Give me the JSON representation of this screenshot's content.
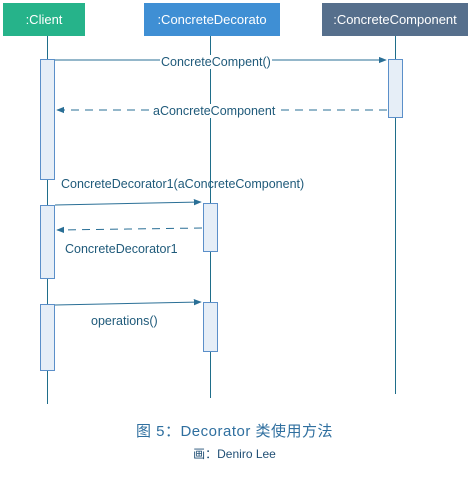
{
  "participants": {
    "client": {
      "label": ":Client",
      "color": "#26b38a"
    },
    "decorator": {
      "label": ":ConcreteDecorato",
      "color": "#3f8fd4"
    },
    "component": {
      "label": ":ConcreteComponent",
      "color": "#566f8c"
    }
  },
  "messages": {
    "m1": "ConcreteCompent()",
    "m2": "aConcreteComponent",
    "m3": "ConcreteDecorator1(aConcreteComponent)",
    "m4": "ConcreteDecorator1",
    "m5": "operations()"
  },
  "caption": {
    "title": "图 5：Decorator 类使用方法",
    "author": "画：Deniro Lee"
  },
  "colors": {
    "lifeline": "#1f6e8a",
    "activation_fill": "#e6eef7",
    "activation_border": "#5b8fc9",
    "arrow": "#2a6f96"
  }
}
